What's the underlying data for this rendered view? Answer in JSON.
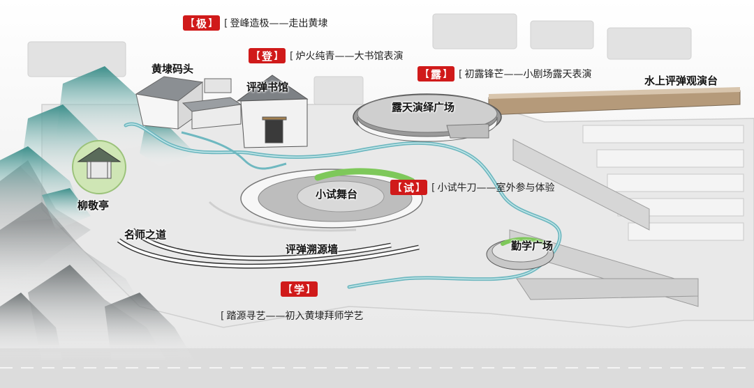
{
  "stages": [
    {
      "char": "极",
      "open": "【",
      "close": "】",
      "bracket": "[",
      "text": "登峰造极——走出黄埭"
    },
    {
      "char": "登",
      "open": "【",
      "close": "】",
      "bracket": "[",
      "text": "炉火纯青——大书馆表演"
    },
    {
      "char": "露",
      "open": "【",
      "close": "】",
      "bracket": "[",
      "text": "初露锋芒——小剧场露天表演"
    },
    {
      "char": "试",
      "open": "【",
      "close": "】",
      "bracket": "[",
      "text": "小试牛刀——室外参与体验"
    },
    {
      "char": "学",
      "open": "【",
      "close": "】",
      "bracket": "[",
      "text": "踏源寻艺——初入黄埭拜师学艺"
    }
  ],
  "places": {
    "pier": "黄埭码头",
    "library": "评弹书馆",
    "plaza": "露天演绎广场",
    "water_stage": "水上评弹观演台",
    "trial_stage": "小试舞台",
    "pavilion": "柳敬亭",
    "masters_path": "名师之道",
    "origin_wall": "评弹溯源墙",
    "study_square": "勤学广场"
  },
  "colors": {
    "badge": "#d01a1a",
    "river": "#6fb8c0",
    "mountain": "#3e8f8c",
    "lawn": "#7ec85a"
  }
}
